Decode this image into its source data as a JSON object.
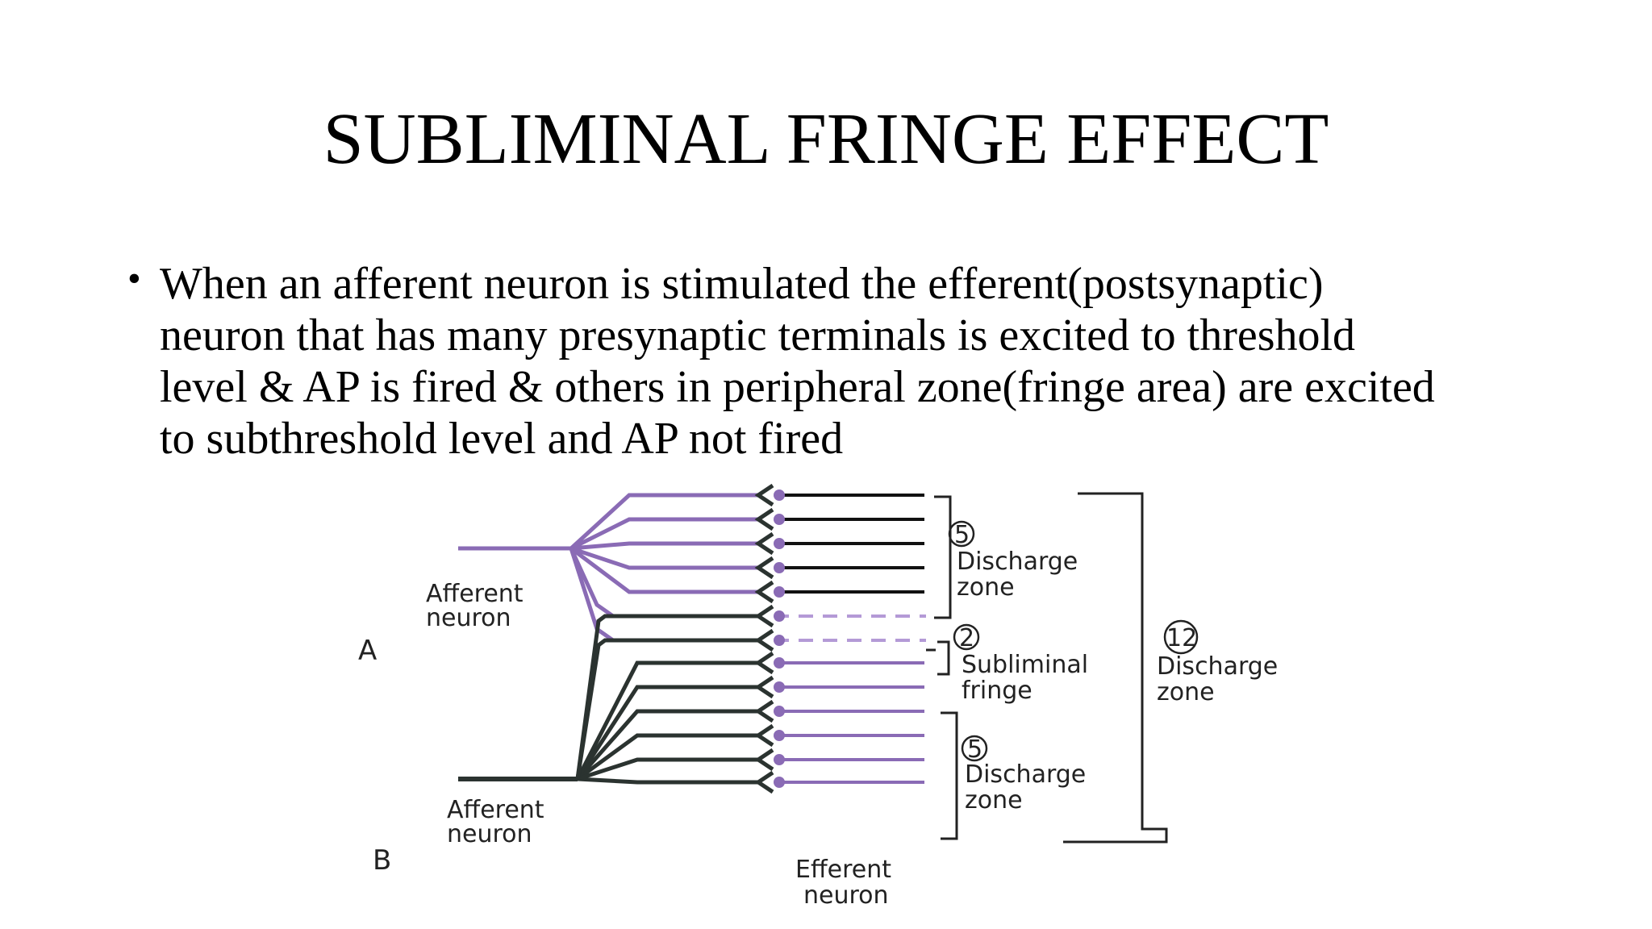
{
  "slide": {
    "title": "SUBLIMINAL FRINGE EFFECT",
    "bullet_lines": [
      "When an afferent neuron is stimulated the efferent(postsynaptic)",
      "neuron that has many presynaptic terminals is excited to threshold",
      "level & AP is fired & others in peripheral zone(fringe area) are excited",
      "to subthreshold level and AP not fired"
    ]
  },
  "diagram": {
    "labels": {
      "afferent_a_line1": "Afferent",
      "afferent_a_line2": "neuron",
      "afferent_b_line1": "Afferent",
      "afferent_b_line2": "neuron",
      "efferent_line1": "Efferent",
      "efferent_line2": "neuron",
      "letter_a": "A",
      "letter_b": "B",
      "top_zone_count": "5",
      "top_zone_line1": "Discharge",
      "top_zone_line2": "zone",
      "fringe_count": "2",
      "fringe_line1": "Subliminal",
      "fringe_line2": "fringe",
      "bottom_zone_count": "5",
      "bottom_zone_line1": "Discharge",
      "bottom_zone_line2": "zone",
      "total_count": "12",
      "total_line1": "Discharge",
      "total_line2": "zone"
    },
    "colors": {
      "neuron_a": "#8a6bb5",
      "neuron_b": "#2b3330",
      "efferent_line": "#111111",
      "fringe_dashed": "#b49ad6"
    }
  }
}
